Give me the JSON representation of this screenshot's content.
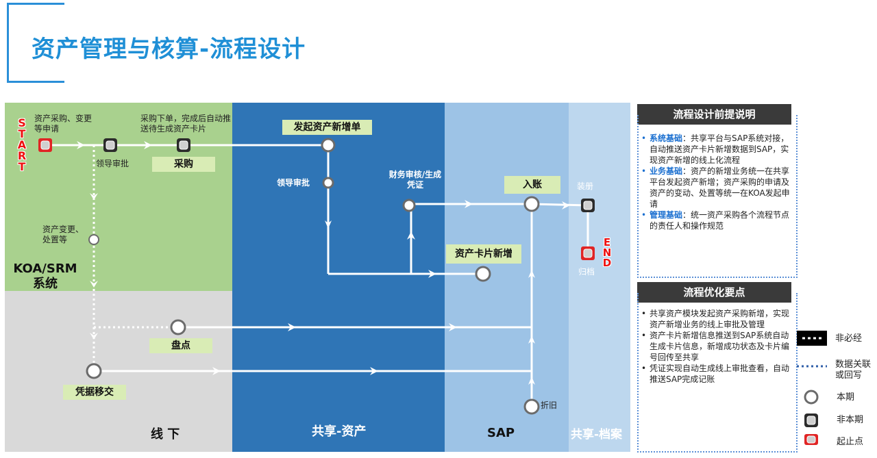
{
  "title": "资产管理与核算-流程设计",
  "zones": {
    "koa": "KOA/SRM系统",
    "offline": "线  下",
    "shared_asset": "共享-资产",
    "sap": "SAP",
    "archive": "共享-档案"
  },
  "markers": {
    "start": "START",
    "end": "END"
  },
  "texts": {
    "asset_purchase": "资产采购、变更等申请",
    "purchase_order": "采购下单，完成后自动推送待生成资产卡片",
    "leader_approve_1": "领导审批",
    "asset_change": "资产变更、处置等",
    "leader_approve_2": "领导审批",
    "finance_review": "财务审核/生成凭证",
    "binding": "装册",
    "archive": "归档",
    "depreciation": "折旧"
  },
  "boxes": {
    "purchase": "采购",
    "initiate_asset": "发起资产新增单",
    "post_account": "入账",
    "asset_card": "资产卡片新增",
    "inventory": "盘点",
    "voucher_transfer": "凭据移交"
  },
  "premise_panel": {
    "heading": "流程设计前提说明",
    "items": [
      {
        "label": "系统基础",
        "text": "：共享平台与SAP系统对接，自动推送资产卡片新增数据到SAP，实现资产新增的线上化流程"
      },
      {
        "label": "业务基础",
        "text": "：资产的新增业务统一在共享平台发起资产新增；资产采购的申请及资产的变动、处置等统一在KOA发起申请"
      },
      {
        "label": "管理基础",
        "text": "：统一资产采购各个流程节点的责任人和操作规范"
      }
    ]
  },
  "optimize_panel": {
    "heading": "流程优化要点",
    "items": [
      "共享资产模块发起资产采购新增，实现资产新增业务的线上审批及管理",
      "资产卡片新增信息推送到SAP系统自动生成卡片信息，新增成功状态及卡片编号回传至共享",
      "凭证实现自动生成线上审批查看，自动推送SAP完成记账"
    ]
  },
  "legend": {
    "optional": "非必经",
    "data_link": "数据关联或回写",
    "current": "本期",
    "non_current": "非本期",
    "start_end": "起止点"
  },
  "colors": {
    "koa": "#a9d18e",
    "offline": "#d9d9d9",
    "shared": "#2f75b6",
    "sap": "#9dc3e6",
    "archive": "#bdd7ee",
    "title": "#1f8fd6"
  }
}
